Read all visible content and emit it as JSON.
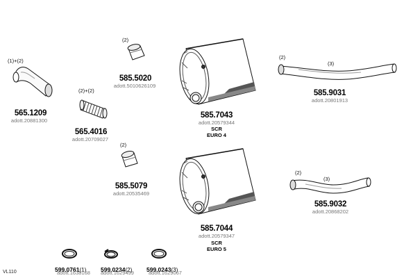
{
  "parts": [
    {
      "id": "p1",
      "qty": "(1)+(2)",
      "number": "565.1209",
      "alt": "adott.20881300"
    },
    {
      "id": "p2",
      "qty": "(2)+(2)",
      "number": "565.4016",
      "alt": "adott.20709027"
    },
    {
      "id": "p3",
      "qty": "(2)",
      "number": "585.5020",
      "alt": "adott.5010626109"
    },
    {
      "id": "p4",
      "qty": "(2)",
      "number": "585.5079",
      "alt": "adott.20535469"
    },
    {
      "id": "p5",
      "number": "585.7043",
      "alt": "adott.20579344",
      "note1": "SCR",
      "note2": "EURO 4"
    },
    {
      "id": "p6",
      "number": "585.7044",
      "alt": "adott.20579347",
      "note1": "SCR",
      "note2": "EURO 5"
    },
    {
      "id": "p7",
      "qty_a": "(2)",
      "qty_b": "(3)",
      "number": "585.9031",
      "alt": "adott.20801913"
    },
    {
      "id": "p8",
      "qty_a": "(2)",
      "qty_b": "(3)",
      "number": "585.9032",
      "alt": "adott.20868202"
    }
  ],
  "clamps": [
    {
      "number": "599.0761",
      "qty": "(1)",
      "alt": "adott.1638168"
    },
    {
      "number": "599.0234",
      "qty": "(2)",
      "alt": "adott.1629499"
    },
    {
      "number": "599.0243",
      "qty": "(3)",
      "alt": "adott.1629067"
    }
  ],
  "footer": {
    "code": "VL110"
  }
}
